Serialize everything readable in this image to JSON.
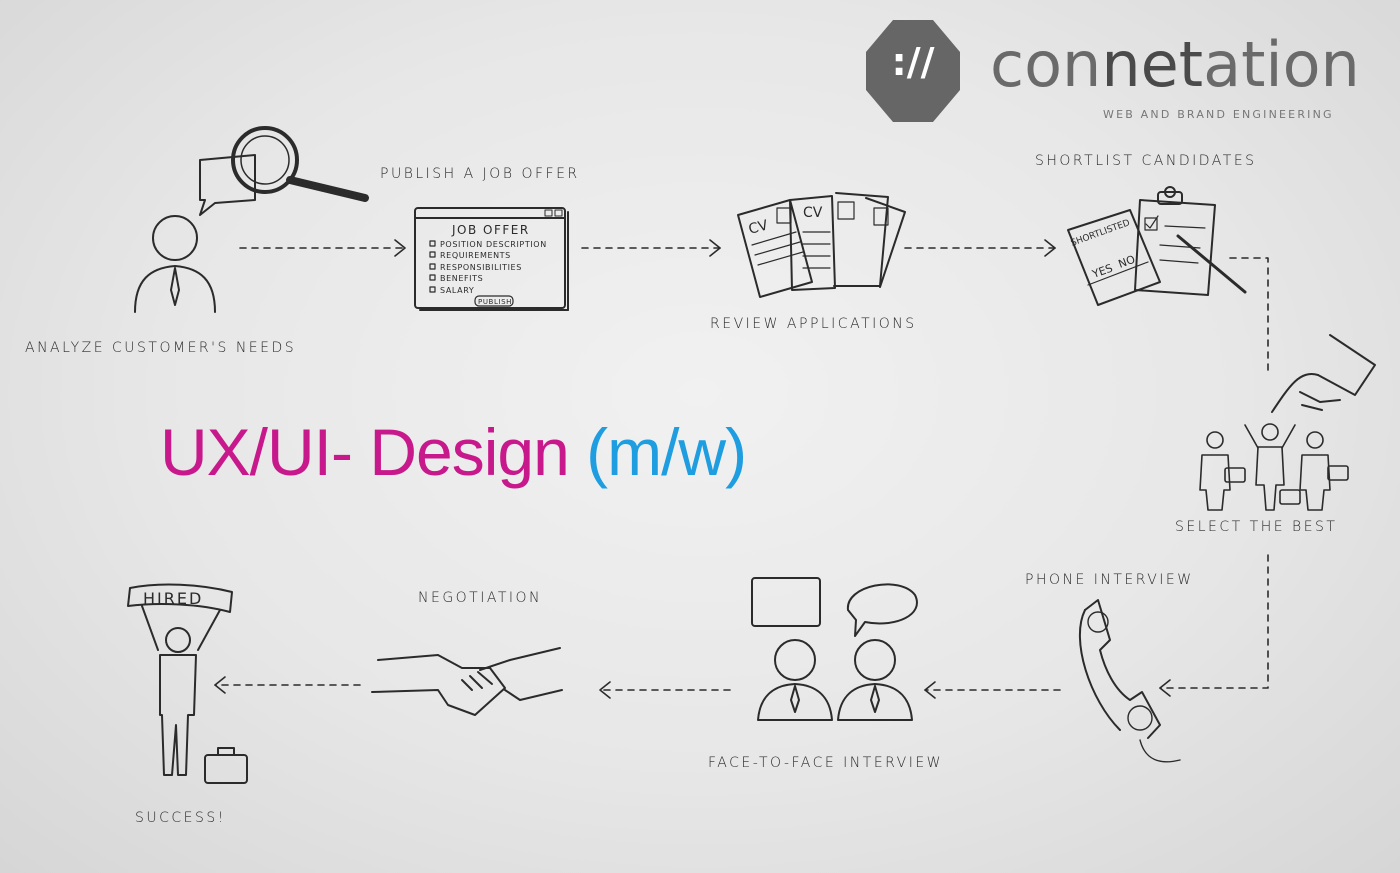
{
  "logo": {
    "mark": "://",
    "word_a": "con",
    "word_b": "net",
    "word_c": "ation",
    "tagline": "WEB AND BRAND ENGINEERING",
    "hex_color": "#666666",
    "text_color": "#6a6a6a"
  },
  "headline": {
    "main": "UX/UI- Design",
    "suffix": "(m/w)",
    "main_color": "#c8198c",
    "suffix_color": "#1e9de0"
  },
  "steps": {
    "analyze": "ANALYZE CUSTOMER'S NEEDS",
    "publish": "PUBLISH A JOB OFFER",
    "review": "REVIEW APPLICATIONS",
    "shortlist": "SHORTLIST CANDIDATES",
    "select": "SELECT THE BEST",
    "phone": "PHONE INTERVIEW",
    "face": "FACE-TO-FACE INTERVIEW",
    "negotiation": "NEGOTIATION",
    "success": "SUCCESS!"
  },
  "job_offer": {
    "title": "JOB OFFER",
    "items": [
      "POSITION DESCRIPTION",
      "REQUIREMENTS",
      "RESPONSIBILITIES",
      "BENEFITS",
      "SALARY"
    ],
    "button": "PUBLISH"
  },
  "cv_label": "CV",
  "shortlist_sheet": {
    "title": "SHORTLISTED",
    "yes": "YES",
    "no": "NO"
  },
  "banner": "HIRED"
}
